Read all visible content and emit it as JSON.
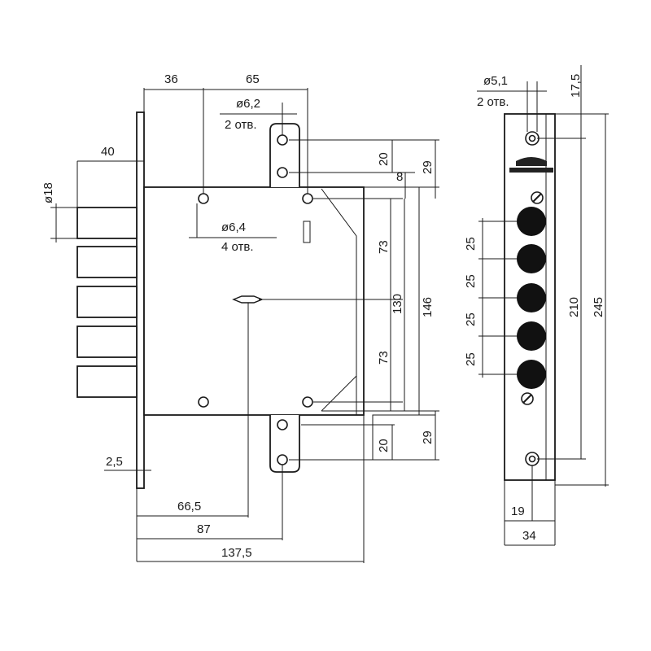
{
  "front_view": {
    "dim_36": "36",
    "dim_65": "65",
    "hole_top_diameter": "ø6,2",
    "hole_top_count": "2 отв.",
    "dim_40": "40",
    "bolt_diameter": "ø18",
    "hole_mid_diameter": "ø6,4",
    "hole_mid_count": "4 отв.",
    "dim_20_top": "20",
    "dim_8": "8",
    "dim_29_top": "29",
    "dim_73_top": "73",
    "dim_130": "130",
    "dim_146": "146",
    "dim_73_bottom": "73",
    "dim_20_bottom": "20",
    "dim_29_bottom": "29",
    "dim_2_5": "2,5",
    "dim_66_5": "66,5",
    "dim_87": "87",
    "dim_137_5": "137,5"
  },
  "side_view": {
    "hole_diameter": "ø5,1",
    "hole_count": "2 отв.",
    "dim_17_5": "17,5",
    "bolt_spacing": [
      "25",
      "25",
      "25",
      "25"
    ],
    "dim_210": "210",
    "dim_245": "245",
    "dim_19": "19",
    "dim_34": "34"
  }
}
